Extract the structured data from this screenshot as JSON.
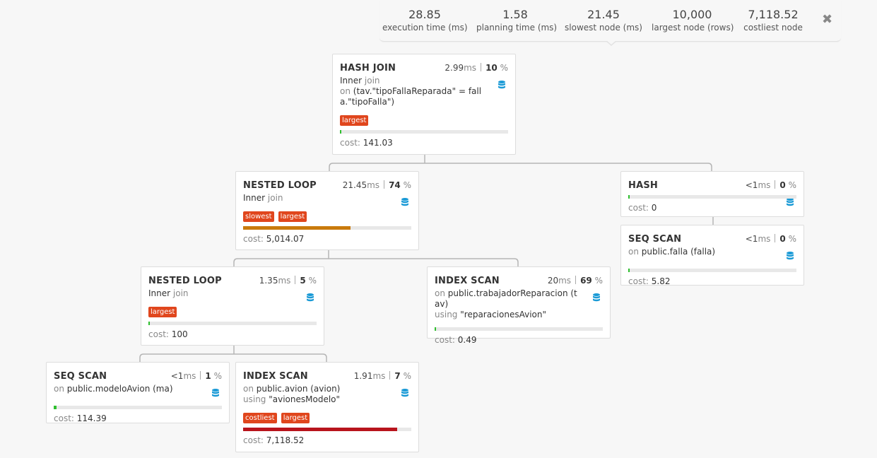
{
  "summary": {
    "stats": [
      {
        "value": "28.85",
        "label": "execution time (ms)"
      },
      {
        "value": "1.58",
        "label": "planning time (ms)"
      },
      {
        "value": "21.45",
        "label": "slowest node (ms)"
      },
      {
        "value": "10,000",
        "label": "largest node (rows)"
      },
      {
        "value": "7,118.52",
        "label": "costliest node"
      }
    ],
    "close_icon": "close-icon",
    "close_glyph": "✖"
  },
  "cost_label": "cost:",
  "nodes": {
    "hash_join": {
      "title": "HASH JOIN",
      "time": "2.99",
      "time_unit": "ms",
      "pct": "10",
      "pct_unit": "%",
      "line1_main": "Inner",
      "line1_muted": "join",
      "line2_muted": "on",
      "line2_main": "(tav.\"tipoFallaReparada\" = falla.\"tipoFalla\")",
      "tags": [
        "largest"
      ],
      "bar_fraction": 0.01,
      "bar_color": "#2fbf2f",
      "cost": "141.03"
    },
    "nested_loop_1": {
      "title": "NESTED LOOP",
      "time": "21.45",
      "time_unit": "ms",
      "pct": "74",
      "pct_unit": "%",
      "line1_main": "Inner",
      "line1_muted": "join",
      "tags": [
        "slowest",
        "largest"
      ],
      "bar_fraction": 0.64,
      "bar_color": "#c97a0c",
      "cost": "5,014.07"
    },
    "hash": {
      "title": "HASH",
      "time": "<1",
      "time_unit": "ms",
      "pct": "0",
      "pct_unit": "%",
      "bar_fraction": 0.004,
      "bar_color": "#2fbf2f",
      "cost": "0"
    },
    "seq_scan_falla": {
      "title": "SEQ SCAN",
      "time": "<1",
      "time_unit": "ms",
      "pct": "0",
      "pct_unit": "%",
      "line1_muted": "on",
      "line1_main": "public.falla (falla)",
      "bar_fraction": 0.004,
      "bar_color": "#2fbf2f",
      "cost": "5.82"
    },
    "nested_loop_2": {
      "title": "NESTED LOOP",
      "time": "1.35",
      "time_unit": "ms",
      "pct": "5",
      "pct_unit": "%",
      "line1_main": "Inner",
      "line1_muted": "join",
      "tags": [
        "largest"
      ],
      "bar_fraction": 0.01,
      "bar_color": "#2fbf2f",
      "cost": "100"
    },
    "index_scan_trab": {
      "title": "INDEX SCAN",
      "time": "20",
      "time_unit": "ms",
      "pct": "69",
      "pct_unit": "%",
      "line1_muted": "on",
      "line1_main": "public.trabajadorReparacion (tav)",
      "line2_muted": "using",
      "line2_main": "\"reparacionesAvion\"",
      "bar_fraction": 0.004,
      "bar_color": "#2fbf2f",
      "cost": "0.49"
    },
    "seq_scan_modelo": {
      "title": "SEQ SCAN",
      "time": "<1",
      "time_unit": "ms",
      "pct": "1",
      "pct_unit": "%",
      "line1_muted": "on",
      "line1_main": "public.modeloAvion (ma)",
      "bar_fraction": 0.015,
      "bar_color": "#2fbf2f",
      "cost": "114.39"
    },
    "index_scan_avion": {
      "title": "INDEX SCAN",
      "time": "1.91",
      "time_unit": "ms",
      "pct": "7",
      "pct_unit": "%",
      "line1_muted": "on",
      "line1_main": "public.avion (avion)",
      "line2_muted": "using",
      "line2_main": "\"avionesModelo\"",
      "tags": [
        "costliest",
        "largest"
      ],
      "bar_fraction": 0.917,
      "bar_color": "#b8141c",
      "cost": "7,118.52"
    }
  },
  "colors": {
    "tag": "#e0461d",
    "db_icon": "#1a9ad6",
    "connector": "#b5b5b5"
  }
}
